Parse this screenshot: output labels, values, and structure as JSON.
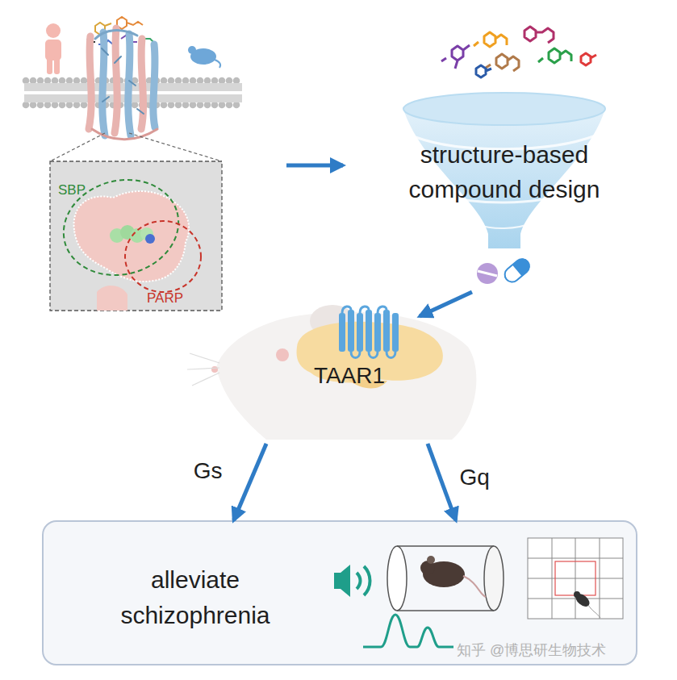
{
  "diagram": {
    "nodes": [
      {
        "text": [
          "SBP"
        ]
      },
      {
        "text": [
          "PARP"
        ]
      },
      {
        "text": [
          "structure-based compound design"
        ]
      },
      {
        "text": [
          "TAAR1"
        ]
      },
      {
        "text": [
          "alleviate schizophrenia"
        ]
      }
    ],
    "edges": [
      {
        "from": 2,
        "to": 3,
        "arrow": "to"
      },
      {
        "from": 3,
        "to": 4,
        "label": "Gs",
        "arrow": "to"
      },
      {
        "from": 3,
        "to": 4,
        "label": "Gq",
        "arrow": "to"
      }
    ],
    "labels": [
      "知乎 @博思研生物技术"
    ]
  }
}
